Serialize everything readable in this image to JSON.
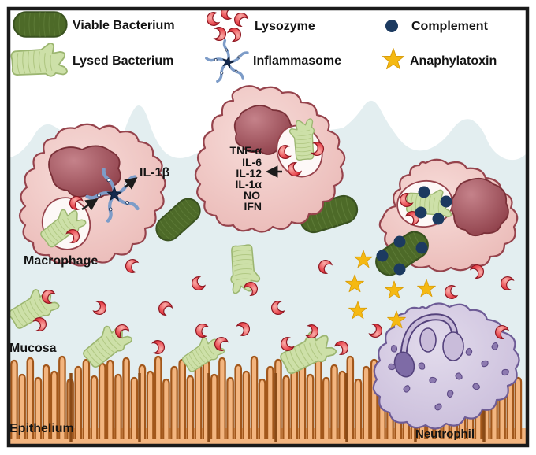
{
  "figure": {
    "legend": [
      {
        "icon": "viable-bacterium-icon",
        "label": "Viable Bacterium"
      },
      {
        "icon": "lysed-bacterium-icon",
        "label": "Lysed Bacterium"
      },
      {
        "icon": "lysozyme-icon",
        "label": "Lysozyme"
      },
      {
        "icon": "inflammasome-icon",
        "label": "Inflammasome"
      },
      {
        "icon": "complement-icon",
        "label": "Complement"
      },
      {
        "icon": "anaphylatoxin-icon",
        "label": "Anaphylatoxin"
      }
    ],
    "cytokines": [
      "TNF-α",
      "IL-6",
      "IL-12",
      "IL-1α",
      "NO",
      "IFN"
    ],
    "annotations": {
      "il1b": "IL-1β"
    },
    "cell_labels": {
      "macrophage": "Macrophage",
      "neutrophil": "Neutrophil"
    },
    "tissue_labels": {
      "mucosa": "Mucosa",
      "epithelium": "Epithelium"
    },
    "colors": {
      "mucus": "#e3eef0",
      "macBody": "#f1c9c6",
      "macBody2": "#eab9b6",
      "macStroke": "#96434c",
      "nucLight": "#c5828a",
      "nucDark": "#8e3f49",
      "phago": "#fdf8f7",
      "viable": "#4d6a28",
      "viableStroke": "#3a5220",
      "viableTex": "#5f7d38",
      "lysed": "#cde0a8",
      "lysedStroke": "#9cb671",
      "lysedHatch": "#aec57f",
      "lysLight": "#f9b0ab",
      "lysMid": "#ee5d62",
      "lysDark": "#d8242f",
      "lysStroke": "#8e1822",
      "inflArm": "#7d9cc8",
      "inflCore": "#152a4e",
      "comp": "#1c3a60",
      "star": "#f5b912",
      "starStroke": "#d89b07",
      "neuLight": "#e2dbec",
      "neuDark": "#c9bcda",
      "neuStroke": "#6e5c96",
      "neuNuc": "#7e6ba6",
      "neuNucStroke": "#54427c",
      "granule": "#8d7ab0",
      "granStroke": "#5e4b86",
      "epi": "#f3b57f",
      "epiStroke": "#a2571b",
      "divider": "#8a4a16",
      "frame": "#1a1a1a",
      "text": "#141414"
    }
  }
}
